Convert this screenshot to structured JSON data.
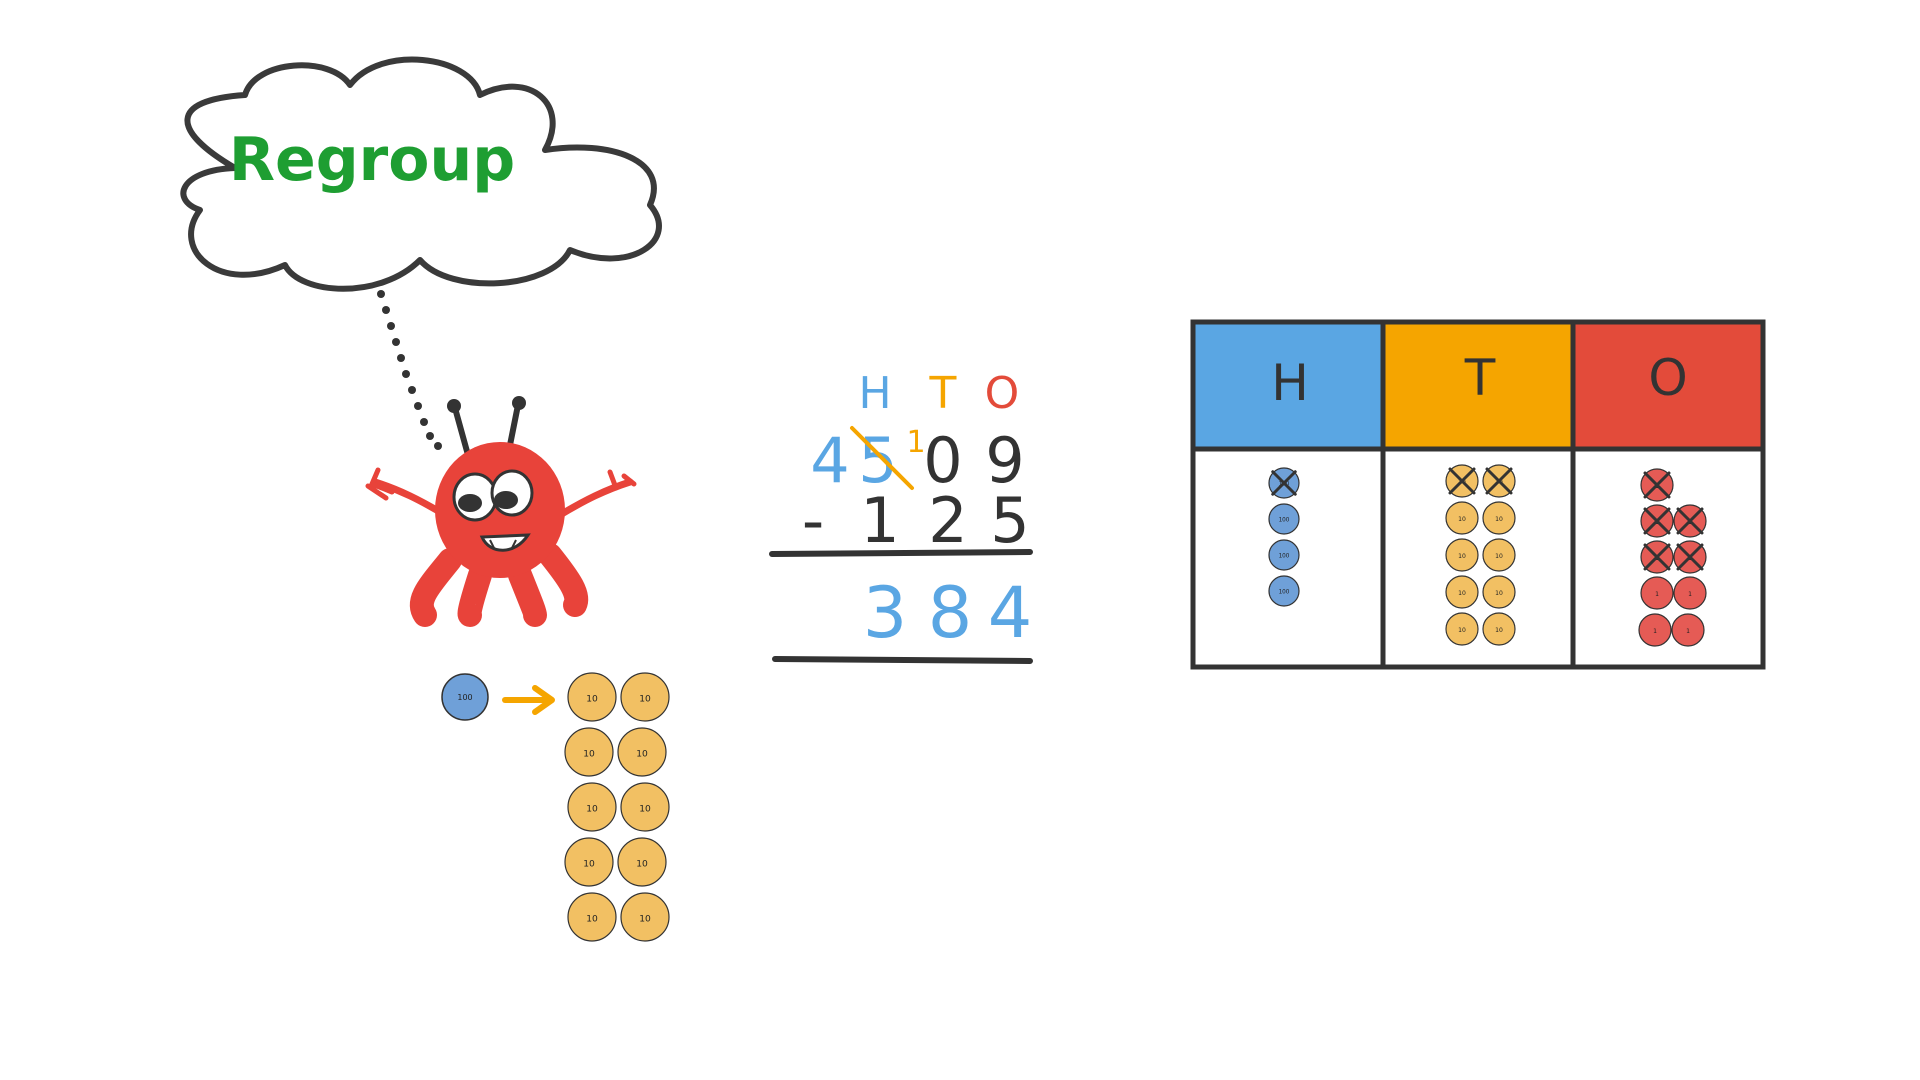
{
  "thought": {
    "text": "Regroup"
  },
  "column_headers": {
    "h": "H",
    "t": "T",
    "o": "O"
  },
  "subtraction": {
    "digits_top": [
      "4",
      "5",
      "0",
      "9"
    ],
    "regroup_mark": "1",
    "operator": "-",
    "digits_bottom": [
      "1",
      "2",
      "5"
    ],
    "answer": [
      "3",
      "8",
      "4"
    ]
  },
  "exchange": {
    "hundred_counter": "100",
    "ten_counters": [
      "10",
      "10",
      "10",
      "10",
      "10",
      "10",
      "10",
      "10",
      "10",
      "10"
    ]
  },
  "place_value_chart": {
    "headers": [
      "H",
      "T",
      "O"
    ],
    "hundreds": {
      "label": "100",
      "count": 4,
      "crossed": 1
    },
    "tens": {
      "label": "10",
      "count": 10,
      "crossed": 2
    },
    "ones": {
      "label": "1",
      "count": 9,
      "crossed": 5
    }
  },
  "colors": {
    "hundreds": "#5aa6e3",
    "tens": "#f5a500",
    "ones": "#e34b3a",
    "tens_counter": "#f2c063",
    "ones_counter": "#e55b55",
    "hundred_counter": "#6fa0d8",
    "ink": "#333333",
    "thought_text": "#1e9e32",
    "answer": "#5aa6e3",
    "monster": "#e8433a"
  }
}
